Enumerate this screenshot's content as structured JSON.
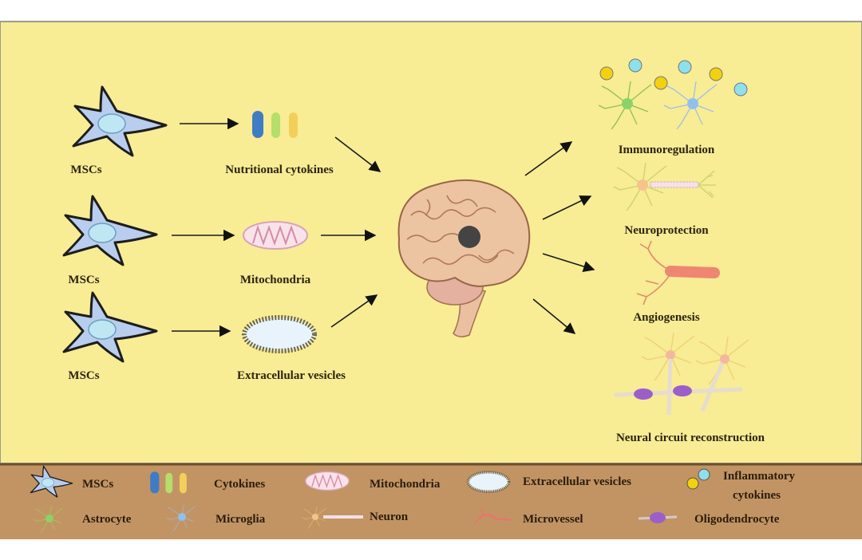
{
  "colors": {
    "panel_background": "#f8ec95",
    "legend_background": "#c29464",
    "msc_fill": "#b9cdee",
    "brain_fill": "#edc4a2"
  },
  "sources": [
    {
      "cell_label": "MSCs",
      "product_label": "Nutritional cytokines",
      "product_icon": "cytokines-icon"
    },
    {
      "cell_label": "MSCs",
      "product_label": "Mitochondria",
      "product_icon": "mitochondria-icon"
    },
    {
      "cell_label": "MSCs",
      "product_label": "Extracellular vesicles",
      "product_icon": "extracellular-vesicle-icon"
    }
  ],
  "center_icon": "brain-icon",
  "outcomes": [
    {
      "label": "Immunoregulation",
      "icon": "glia-with-cytokines-icon"
    },
    {
      "label": "Neuroprotection",
      "icon": "neuron-icon"
    },
    {
      "label": "Angiogenesis",
      "icon": "microvessel-icon"
    },
    {
      "label": "Neural circuit reconstruction",
      "icon": "neural-network-icon"
    }
  ],
  "legend": {
    "row1": [
      {
        "label": "MSCs",
        "icon": "msc-icon"
      },
      {
        "label": "Cytokines",
        "icon": "cytokines-icon"
      },
      {
        "label": "Mitochondria",
        "icon": "mitochondria-icon"
      },
      {
        "label": "Extracellular vesicles",
        "icon": "extracellular-vesicle-icon"
      },
      {
        "label_line1": "Inflammatory",
        "label_line2": "cytokines",
        "icon": "inflammatory-cytokines-icon"
      }
    ],
    "row2": [
      {
        "label": "Astrocyte",
        "icon": "astrocyte-icon"
      },
      {
        "label": "Microglia",
        "icon": "microglia-icon"
      },
      {
        "label": "Neuron",
        "icon": "neuron-icon"
      },
      {
        "label": "Microvessel",
        "icon": "microvessel-icon"
      },
      {
        "label": "Oligodendrocyte",
        "icon": "oligodendrocyte-icon"
      }
    ]
  }
}
